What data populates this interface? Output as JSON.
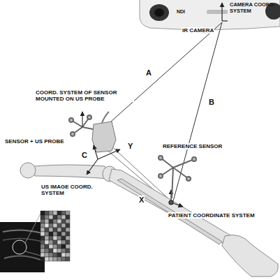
{
  "diagram": {
    "labels": [
      "CAMERA COORD. SYSTEM",
      "NDI",
      "IR CAMERA",
      "A",
      "B",
      "COORD. SYSTEM OF SENSOR MOUNTED ON US PROBE",
      "SENSOR + US PROBE",
      "C",
      "Y",
      "REFERENCE SENSOR",
      "US IMAGE COORD. SYSTEM",
      "X",
      "PATIENT COORDINATE SYSTEM"
    ]
  }
}
